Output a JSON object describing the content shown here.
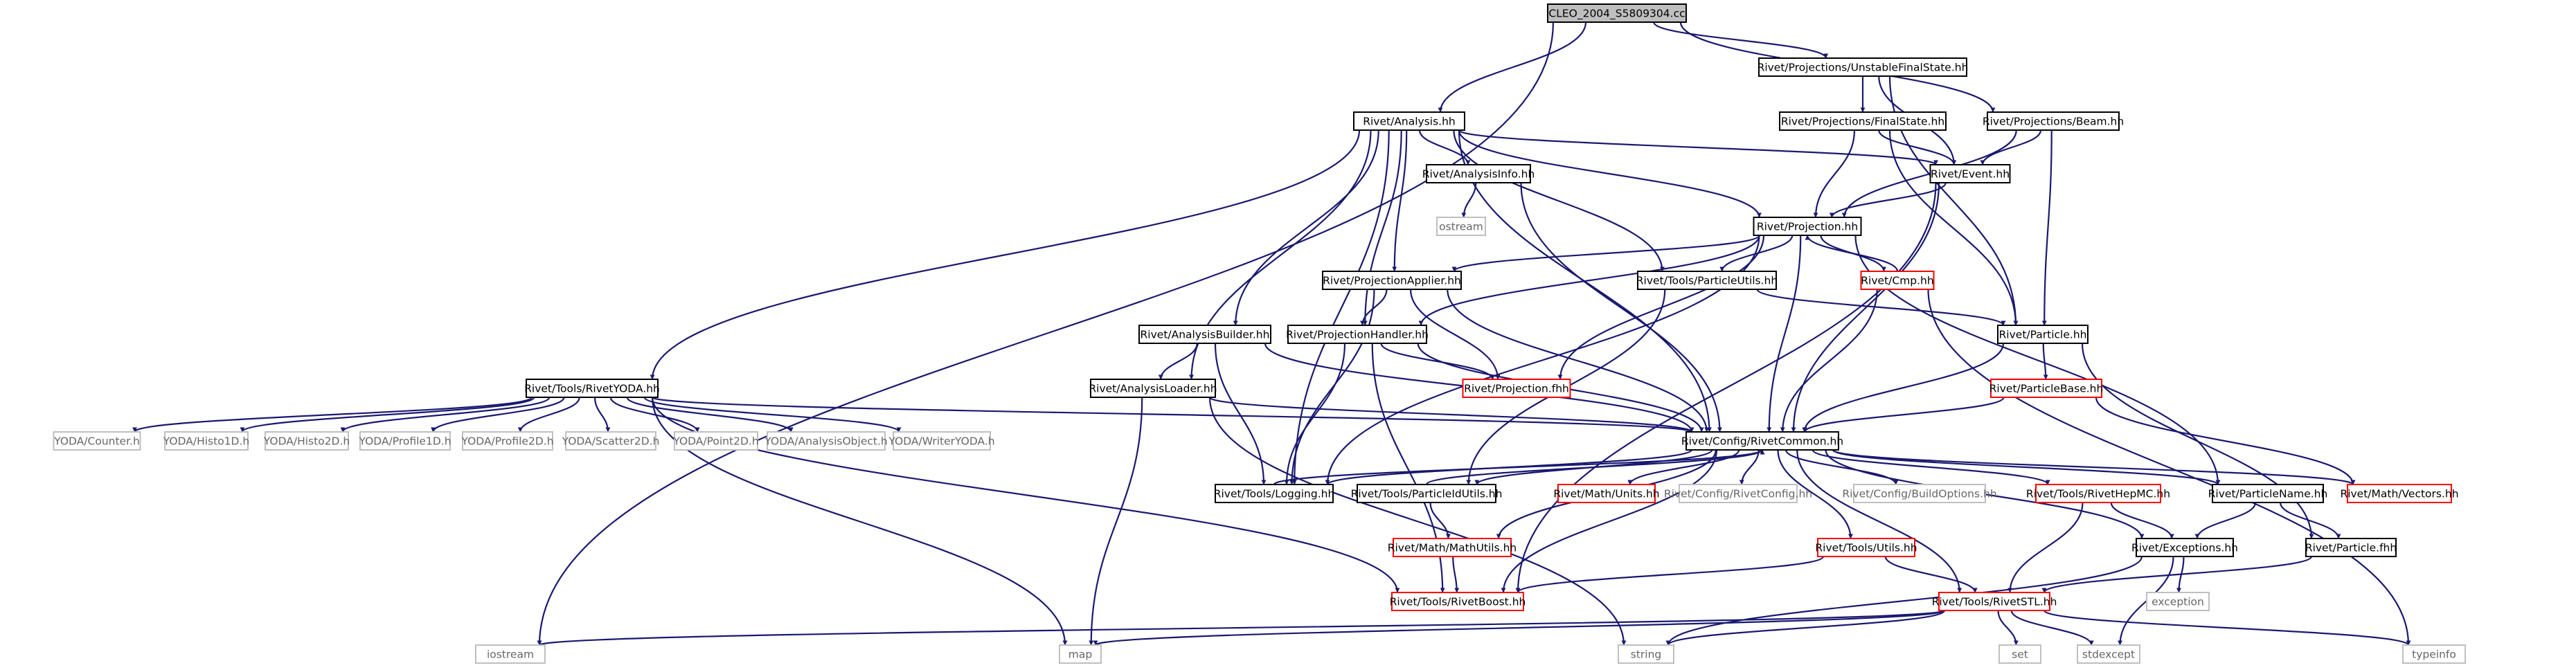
{
  "graph": {
    "title": "CLEO_2004_S5809304.cc",
    "colors": {
      "edge": "#191970",
      "root_fill": "#bfbfbf",
      "normal_border": "#000000",
      "missing_border": "#ff0000",
      "external_border": "#bfbfbf",
      "normal_text": "#000000",
      "external_text": "#666666"
    },
    "nodes": [
      {
        "id": "root",
        "label": "CLEO_2004_S5809304.cc",
        "kind": "root"
      },
      {
        "id": "analysis",
        "label": "Rivet/Analysis.hh",
        "kind": "normal"
      },
      {
        "id": "ufs",
        "label": "Rivet/Projections/UnstableFinalState.hh",
        "kind": "normal"
      },
      {
        "id": "fs",
        "label": "Rivet/Projections/FinalState.hh",
        "kind": "normal"
      },
      {
        "id": "beam",
        "label": "Rivet/Projections/Beam.hh",
        "kind": "normal"
      },
      {
        "id": "analysisinfo",
        "label": "Rivet/AnalysisInfo.hh",
        "kind": "normal"
      },
      {
        "id": "event",
        "label": "Rivet/Event.hh",
        "kind": "normal"
      },
      {
        "id": "ostream",
        "label": "ostream",
        "kind": "external"
      },
      {
        "id": "projection",
        "label": "Rivet/Projection.hh",
        "kind": "normal"
      },
      {
        "id": "projapplier",
        "label": "Rivet/ProjectionApplier.hh",
        "kind": "normal"
      },
      {
        "id": "particleutils",
        "label": "Rivet/Tools/ParticleUtils.hh",
        "kind": "normal"
      },
      {
        "id": "cmp",
        "label": "Rivet/Cmp.hh",
        "kind": "missing"
      },
      {
        "id": "analysisbuilder",
        "label": "Rivet/AnalysisBuilder.hh",
        "kind": "normal"
      },
      {
        "id": "projhandler",
        "label": "Rivet/ProjectionHandler.hh",
        "kind": "normal"
      },
      {
        "id": "particle",
        "label": "Rivet/Particle.hh",
        "kind": "normal"
      },
      {
        "id": "rivetyoda",
        "label": "Rivet/Tools/RivetYODA.hh",
        "kind": "normal"
      },
      {
        "id": "analysisloader",
        "label": "Rivet/AnalysisLoader.hh",
        "kind": "normal"
      },
      {
        "id": "projfhh",
        "label": "Rivet/Projection.fhh",
        "kind": "missing"
      },
      {
        "id": "particlebase",
        "label": "Rivet/ParticleBase.hh",
        "kind": "missing"
      },
      {
        "id": "counter",
        "label": "YODA/Counter.h",
        "kind": "external"
      },
      {
        "id": "histo1d",
        "label": "YODA/Histo1D.h",
        "kind": "external"
      },
      {
        "id": "histo2d",
        "label": "YODA/Histo2D.h",
        "kind": "external"
      },
      {
        "id": "profile1d",
        "label": "YODA/Profile1D.h",
        "kind": "external"
      },
      {
        "id": "profile2d",
        "label": "YODA/Profile2D.h",
        "kind": "external"
      },
      {
        "id": "scatter2d",
        "label": "YODA/Scatter2D.h",
        "kind": "external"
      },
      {
        "id": "point2d",
        "label": "YODA/Point2D.h",
        "kind": "external"
      },
      {
        "id": "analysisobject",
        "label": "YODA/AnalysisObject.h",
        "kind": "external"
      },
      {
        "id": "writeryoda",
        "label": "YODA/WriterYODA.h",
        "kind": "external"
      },
      {
        "id": "rivetcommon",
        "label": "Rivet/Config/RivetCommon.hh",
        "kind": "normal"
      },
      {
        "id": "logging",
        "label": "Rivet/Tools/Logging.hh",
        "kind": "normal"
      },
      {
        "id": "particleidutils",
        "label": "Rivet/Tools/ParticleIdUtils.hh",
        "kind": "normal"
      },
      {
        "id": "mathunits",
        "label": "Rivet/Math/Units.hh",
        "kind": "missing"
      },
      {
        "id": "rivetconfig",
        "label": "Rivet/Config/RivetConfig.hh",
        "kind": "external"
      },
      {
        "id": "buildoptions",
        "label": "Rivet/Config/BuildOptions.hh",
        "kind": "external"
      },
      {
        "id": "rivethepmc",
        "label": "Rivet/Tools/RivetHepMC.hh",
        "kind": "missing"
      },
      {
        "id": "particlename",
        "label": "Rivet/ParticleName.hh",
        "kind": "normal"
      },
      {
        "id": "mathvectors",
        "label": "Rivet/Math/Vectors.hh",
        "kind": "missing"
      },
      {
        "id": "mathutils",
        "label": "Rivet/Math/MathUtils.hh",
        "kind": "missing"
      },
      {
        "id": "exceptions",
        "label": "Rivet/Exceptions.hh",
        "kind": "normal"
      },
      {
        "id": "particlefhh",
        "label": "Rivet/Particle.fhh",
        "kind": "normal"
      },
      {
        "id": "toolsutils",
        "label": "Rivet/Tools/Utils.hh",
        "kind": "missing"
      },
      {
        "id": "exception",
        "label": "exception",
        "kind": "external"
      },
      {
        "id": "rivetboost",
        "label": "Rivet/Tools/RivetBoost.hh",
        "kind": "missing"
      },
      {
        "id": "rivetstl",
        "label": "Rivet/Tools/RivetSTL.hh",
        "kind": "missing"
      },
      {
        "id": "iostream",
        "label": "iostream",
        "kind": "external"
      },
      {
        "id": "map",
        "label": "map",
        "kind": "external"
      },
      {
        "id": "string",
        "label": "string",
        "kind": "external"
      },
      {
        "id": "set",
        "label": "set",
        "kind": "external"
      },
      {
        "id": "stdexcept",
        "label": "stdexcept",
        "kind": "external"
      },
      {
        "id": "typeinfo",
        "label": "typeinfo",
        "kind": "external"
      }
    ],
    "edges": [
      [
        "root",
        "analysis"
      ],
      [
        "root",
        "ufs"
      ],
      [
        "root",
        "beam"
      ],
      [
        "root",
        "iostream"
      ],
      [
        "ufs",
        "fs"
      ],
      [
        "ufs",
        "event"
      ],
      [
        "ufs",
        "particle"
      ],
      [
        "fs",
        "projection"
      ],
      [
        "fs",
        "event"
      ],
      [
        "fs",
        "particle"
      ],
      [
        "beam",
        "event"
      ],
      [
        "beam",
        "particle"
      ],
      [
        "beam",
        "projection"
      ],
      [
        "analysis",
        "analysisinfo"
      ],
      [
        "analysis",
        "event"
      ],
      [
        "analysis",
        "projection"
      ],
      [
        "analysis",
        "projapplier"
      ],
      [
        "analysis",
        "projhandler"
      ],
      [
        "analysis",
        "analysisbuilder"
      ],
      [
        "analysis",
        "analysisloader"
      ],
      [
        "analysis",
        "rivetyoda"
      ],
      [
        "analysis",
        "logging"
      ],
      [
        "analysis",
        "rivetcommon"
      ],
      [
        "analysis",
        "particleutils"
      ],
      [
        "analysisinfo",
        "ostream"
      ],
      [
        "analysisinfo",
        "rivetcommon"
      ],
      [
        "event",
        "projection"
      ],
      [
        "event",
        "rivetcommon"
      ],
      [
        "event",
        "rivetboost"
      ],
      [
        "projection",
        "projapplier"
      ],
      [
        "projection",
        "projhandler"
      ],
      [
        "projection",
        "particleutils"
      ],
      [
        "projection",
        "cmp"
      ],
      [
        "projection",
        "rivetcommon"
      ],
      [
        "projection",
        "projfhh"
      ],
      [
        "projection",
        "logging"
      ],
      [
        "projection",
        "particlename"
      ],
      [
        "cmp",
        "projection"
      ],
      [
        "cmp",
        "rivetcommon"
      ],
      [
        "cmp",
        "typeinfo"
      ],
      [
        "projapplier",
        "projhandler"
      ],
      [
        "projapplier",
        "projfhh"
      ],
      [
        "projapplier",
        "logging"
      ],
      [
        "projapplier",
        "rivetcommon"
      ],
      [
        "particleutils",
        "particle"
      ],
      [
        "particleutils",
        "particleidutils"
      ],
      [
        "analysisbuilder",
        "analysisloader"
      ],
      [
        "analysisbuilder",
        "logging"
      ],
      [
        "analysisbuilder",
        "rivetcommon"
      ],
      [
        "projhandler",
        "projfhh"
      ],
      [
        "projhandler",
        "rivetcommon"
      ],
      [
        "projhandler",
        "logging"
      ],
      [
        "projhandler",
        "rivetboost"
      ],
      [
        "particle",
        "particlebase"
      ],
      [
        "particle",
        "rivetcommon"
      ],
      [
        "particle",
        "particlefhh"
      ],
      [
        "particlebase",
        "rivetcommon"
      ],
      [
        "particlebase",
        "mathvectors"
      ],
      [
        "analysisloader",
        "rivetcommon"
      ],
      [
        "analysisloader",
        "map"
      ],
      [
        "analysisloader",
        "string"
      ],
      [
        "rivetyoda",
        "counter"
      ],
      [
        "rivetyoda",
        "histo1d"
      ],
      [
        "rivetyoda",
        "histo2d"
      ],
      [
        "rivetyoda",
        "profile1d"
      ],
      [
        "rivetyoda",
        "profile2d"
      ],
      [
        "rivetyoda",
        "scatter2d"
      ],
      [
        "rivetyoda",
        "point2d"
      ],
      [
        "rivetyoda",
        "analysisobject"
      ],
      [
        "rivetyoda",
        "writeryoda"
      ],
      [
        "rivetyoda",
        "rivetcommon"
      ],
      [
        "rivetyoda",
        "map"
      ],
      [
        "rivetyoda",
        "rivetboost"
      ],
      [
        "rivetcommon",
        "logging"
      ],
      [
        "rivetcommon",
        "particleidutils"
      ],
      [
        "rivetcommon",
        "mathunits"
      ],
      [
        "rivetcommon",
        "rivetconfig"
      ],
      [
        "rivetcommon",
        "buildoptions"
      ],
      [
        "rivetcommon",
        "rivethepmc"
      ],
      [
        "rivetcommon",
        "particlename"
      ],
      [
        "rivetcommon",
        "mathvectors"
      ],
      [
        "rivetcommon",
        "mathutils"
      ],
      [
        "rivetcommon",
        "exceptions"
      ],
      [
        "rivetcommon",
        "toolsutils"
      ],
      [
        "rivetcommon",
        "rivetboost"
      ],
      [
        "rivetcommon",
        "rivetstl"
      ],
      [
        "logging",
        "rivetcommon"
      ],
      [
        "particleidutils",
        "rivetcommon"
      ],
      [
        "particleidutils",
        "mathutils"
      ],
      [
        "mathutils",
        "rivetboost"
      ],
      [
        "rivethepmc",
        "exceptions"
      ],
      [
        "rivethepmc",
        "rivetstl"
      ],
      [
        "particlename",
        "exceptions"
      ],
      [
        "particlename",
        "particlefhh"
      ],
      [
        "exceptions",
        "exception"
      ],
      [
        "exceptions",
        "stdexcept"
      ],
      [
        "exceptions",
        "string"
      ],
      [
        "particlefhh",
        "rivetstl"
      ],
      [
        "toolsutils",
        "rivetboost"
      ],
      [
        "toolsutils",
        "rivetstl"
      ],
      [
        "rivetstl",
        "iostream"
      ],
      [
        "rivetstl",
        "map"
      ],
      [
        "rivetstl",
        "string"
      ],
      [
        "rivetstl",
        "set"
      ],
      [
        "rivetstl",
        "stdexcept"
      ],
      [
        "rivetstl",
        "typeinfo"
      ]
    ]
  }
}
